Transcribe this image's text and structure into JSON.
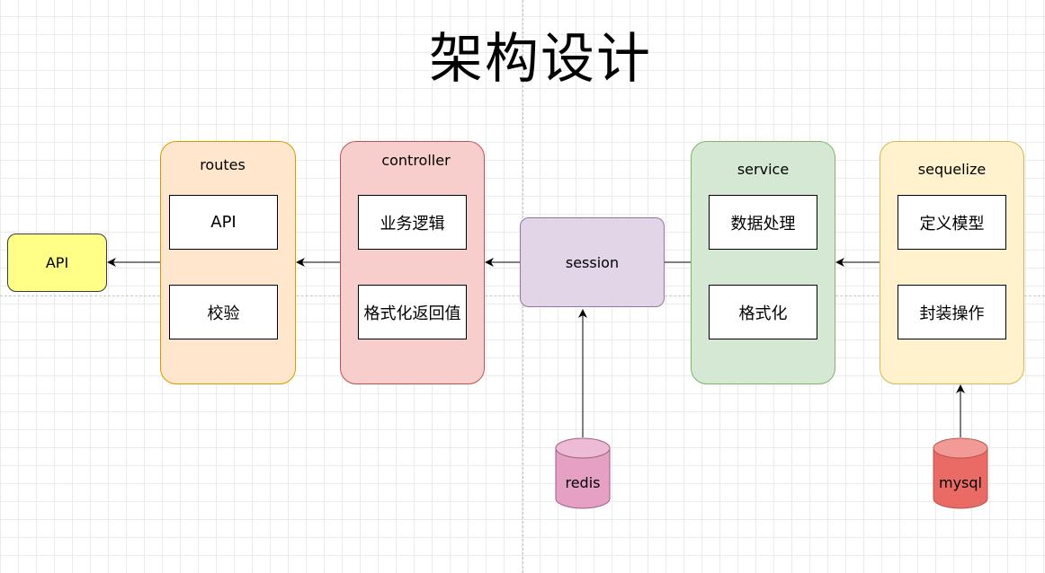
{
  "title": "架构设计",
  "nodes": {
    "api": "API",
    "routes": {
      "label": "routes",
      "items": [
        "API",
        "校验"
      ]
    },
    "controller": {
      "label": "controller",
      "items": [
        "业务逻辑",
        "格式化返回值"
      ]
    },
    "session": "session",
    "service": {
      "label": "service",
      "items": [
        "数据处理",
        "格式化"
      ]
    },
    "sequelize": {
      "label": "sequelize",
      "items": [
        "定义模型",
        "封装操作"
      ]
    },
    "redis": "redis",
    "mysql": "mysql"
  },
  "colors": {
    "api_fill": "#ffff88",
    "api_stroke": "#36393d",
    "routes_fill": "#ffe6cc",
    "routes_stroke": "#d79b00",
    "controller_fill": "#f8cecc",
    "controller_stroke": "#b85450",
    "session_fill": "#e1d5e7",
    "session_stroke": "#9673a6",
    "service_fill": "#d5e8d4",
    "service_stroke": "#82b366",
    "sequelize_fill": "#fff2cc",
    "sequelize_stroke": "#d6b656",
    "redis_fill": "#e6a0c4",
    "redis_stroke": "#996185",
    "mysql_fill": "#ea6b66",
    "mysql_stroke": "#b85450"
  }
}
